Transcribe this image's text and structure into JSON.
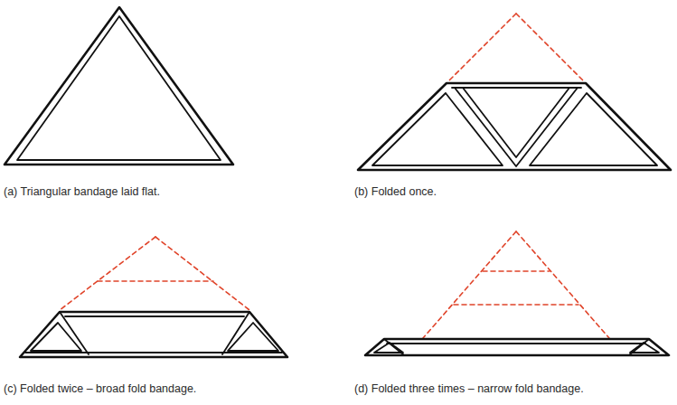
{
  "diagram": {
    "labels": [
      "(a) Triangular bandage laid flat.",
      "(b) Folded once.",
      "(c) Folded twice – broad fold bandage.",
      "(d) Folded three times – narrow fold bandage."
    ]
  }
}
